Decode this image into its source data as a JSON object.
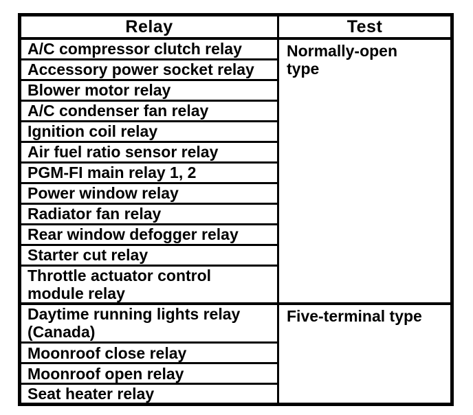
{
  "table": {
    "headers": {
      "relay": "Relay",
      "test": "Test"
    },
    "sections": [
      {
        "test_type": "Normally-open\ntype",
        "relays": [
          "A/C compressor clutch relay",
          "Accessory power socket relay",
          "Blower motor relay",
          "A/C condenser fan relay",
          "Ignition coil relay",
          "Air fuel ratio sensor relay",
          "PGM-FI main relay 1, 2",
          "Power window relay",
          "Radiator fan relay",
          "Rear window defogger relay",
          "Starter cut relay",
          "Throttle actuator control\nmodule relay"
        ]
      },
      {
        "test_type": "Five-terminal type",
        "relays": [
          "Daytime running lights relay\n(Canada)",
          "Moonroof close relay",
          "Moonroof open relay",
          "Seat heater relay"
        ]
      }
    ],
    "colors": {
      "ink": "#000000",
      "paper": "#ffffff"
    }
  }
}
